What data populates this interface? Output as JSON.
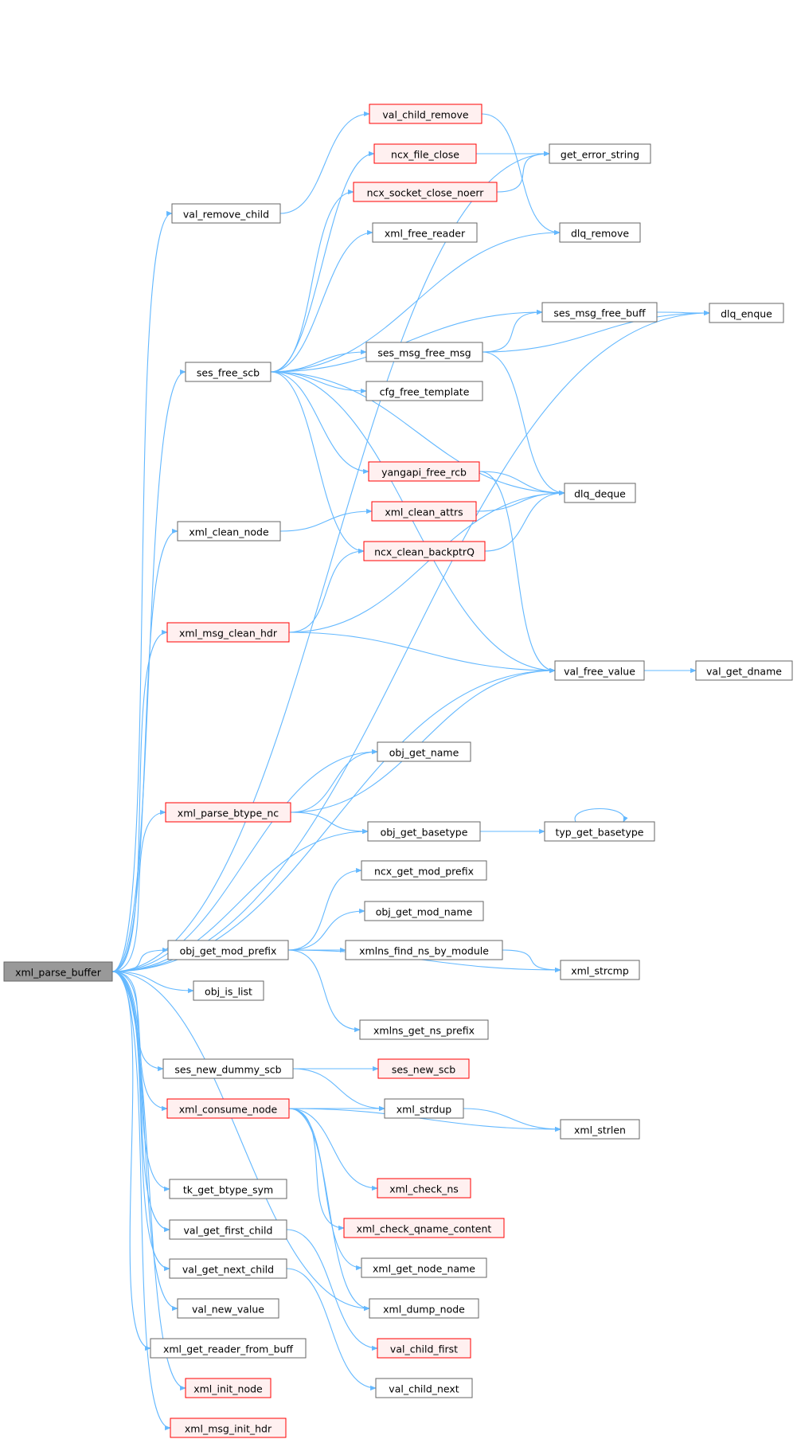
{
  "graph": {
    "root": "xml_parse_buffer",
    "colors": {
      "root_fill": "#999999",
      "root_border": "#666666",
      "node_fill": "#ffffff",
      "plain_border": "#666666",
      "red_border": "#ff0000",
      "red_fill": "#fff0f0",
      "edge": "#63b8ff"
    },
    "nodes": [
      {
        "id": "xml_parse_buffer",
        "label": "xml_parse_buffer",
        "style": "root"
      },
      {
        "id": "val_child_remove",
        "label": "val_child_remove",
        "style": "red"
      },
      {
        "id": "ncx_file_close",
        "label": "ncx_file_close",
        "style": "red"
      },
      {
        "id": "get_error_string",
        "label": "get_error_string",
        "style": "plain"
      },
      {
        "id": "ncx_socket_close_noerr",
        "label": "ncx_socket_close_noerr",
        "style": "red"
      },
      {
        "id": "val_remove_child",
        "label": "val_remove_child",
        "style": "plain"
      },
      {
        "id": "xml_free_reader",
        "label": "xml_free_reader",
        "style": "plain"
      },
      {
        "id": "dlq_remove",
        "label": "dlq_remove",
        "style": "plain"
      },
      {
        "id": "ses_msg_free_buff",
        "label": "ses_msg_free_buff",
        "style": "plain"
      },
      {
        "id": "dlq_enque",
        "label": "dlq_enque",
        "style": "plain"
      },
      {
        "id": "ses_msg_free_msg",
        "label": "ses_msg_free_msg",
        "style": "plain"
      },
      {
        "id": "ses_free_scb",
        "label": "ses_free_scb",
        "style": "plain"
      },
      {
        "id": "cfg_free_template",
        "label": "cfg_free_template",
        "style": "plain"
      },
      {
        "id": "yangapi_free_rcb",
        "label": "yangapi_free_rcb",
        "style": "red"
      },
      {
        "id": "dlq_deque",
        "label": "dlq_deque",
        "style": "plain"
      },
      {
        "id": "xml_clean_attrs",
        "label": "xml_clean_attrs",
        "style": "red"
      },
      {
        "id": "xml_clean_node",
        "label": "xml_clean_node",
        "style": "plain"
      },
      {
        "id": "ncx_clean_backptrQ",
        "label": "ncx_clean_backptrQ",
        "style": "red"
      },
      {
        "id": "xml_msg_clean_hdr",
        "label": "xml_msg_clean_hdr",
        "style": "red"
      },
      {
        "id": "val_free_value",
        "label": "val_free_value",
        "style": "plain"
      },
      {
        "id": "val_get_dname",
        "label": "val_get_dname",
        "style": "plain"
      },
      {
        "id": "obj_get_name",
        "label": "obj_get_name",
        "style": "plain"
      },
      {
        "id": "xml_parse_btype_nc",
        "label": "xml_parse_btype_nc",
        "style": "red"
      },
      {
        "id": "obj_get_basetype",
        "label": "obj_get_basetype",
        "style": "plain"
      },
      {
        "id": "typ_get_basetype",
        "label": "typ_get_basetype",
        "style": "plain"
      },
      {
        "id": "ncx_get_mod_prefix",
        "label": "ncx_get_mod_prefix",
        "style": "plain"
      },
      {
        "id": "obj_get_mod_name",
        "label": "obj_get_mod_name",
        "style": "plain"
      },
      {
        "id": "obj_get_mod_prefix",
        "label": "obj_get_mod_prefix",
        "style": "plain"
      },
      {
        "id": "xmlns_find_ns_by_module",
        "label": "xmlns_find_ns_by_module",
        "style": "plain"
      },
      {
        "id": "xml_strcmp",
        "label": "xml_strcmp",
        "style": "plain"
      },
      {
        "id": "obj_is_list",
        "label": "obj_is_list",
        "style": "plain"
      },
      {
        "id": "xmlns_get_ns_prefix",
        "label": "xmlns_get_ns_prefix",
        "style": "plain"
      },
      {
        "id": "ses_new_dummy_scb",
        "label": "ses_new_dummy_scb",
        "style": "plain"
      },
      {
        "id": "ses_new_scb",
        "label": "ses_new_scb",
        "style": "red"
      },
      {
        "id": "xml_consume_node",
        "label": "xml_consume_node",
        "style": "red"
      },
      {
        "id": "xml_strdup",
        "label": "xml_strdup",
        "style": "plain"
      },
      {
        "id": "xml_strlen",
        "label": "xml_strlen",
        "style": "plain"
      },
      {
        "id": "xml_check_ns",
        "label": "xml_check_ns",
        "style": "red"
      },
      {
        "id": "tk_get_btype_sym",
        "label": "tk_get_btype_sym",
        "style": "plain"
      },
      {
        "id": "xml_check_qname_content",
        "label": "xml_check_qname_content",
        "style": "red"
      },
      {
        "id": "val_get_first_child",
        "label": "val_get_first_child",
        "style": "plain"
      },
      {
        "id": "xml_get_node_name",
        "label": "xml_get_node_name",
        "style": "plain"
      },
      {
        "id": "val_get_next_child",
        "label": "val_get_next_child",
        "style": "plain"
      },
      {
        "id": "val_new_value",
        "label": "val_new_value",
        "style": "plain"
      },
      {
        "id": "xml_dump_node",
        "label": "xml_dump_node",
        "style": "plain"
      },
      {
        "id": "xml_get_reader_from_buff",
        "label": "xml_get_reader_from_buff",
        "style": "plain"
      },
      {
        "id": "val_child_first",
        "label": "val_child_first",
        "style": "red"
      },
      {
        "id": "xml_init_node",
        "label": "xml_init_node",
        "style": "red"
      },
      {
        "id": "val_child_next",
        "label": "val_child_next",
        "style": "plain"
      },
      {
        "id": "xml_msg_init_hdr",
        "label": "xml_msg_init_hdr",
        "style": "red"
      }
    ],
    "edges": [
      [
        "xml_parse_buffer",
        "get_error_string"
      ],
      [
        "xml_parse_buffer",
        "dlq_enque"
      ],
      [
        "xml_parse_buffer",
        "val_remove_child"
      ],
      [
        "xml_parse_buffer",
        "ses_free_scb"
      ],
      [
        "xml_parse_buffer",
        "xml_clean_node"
      ],
      [
        "xml_parse_buffer",
        "xml_msg_clean_hdr"
      ],
      [
        "xml_parse_buffer",
        "val_free_value"
      ],
      [
        "xml_parse_buffer",
        "obj_get_name"
      ],
      [
        "xml_parse_buffer",
        "xml_parse_btype_nc"
      ],
      [
        "xml_parse_buffer",
        "obj_get_basetype"
      ],
      [
        "xml_parse_buffer",
        "obj_get_mod_prefix"
      ],
      [
        "xml_parse_buffer",
        "obj_is_list"
      ],
      [
        "xml_parse_buffer",
        "ses_new_dummy_scb"
      ],
      [
        "xml_parse_buffer",
        "xml_consume_node"
      ],
      [
        "xml_parse_buffer",
        "xml_dump_node"
      ],
      [
        "xml_parse_buffer",
        "tk_get_btype_sym"
      ],
      [
        "xml_parse_buffer",
        "val_get_first_child"
      ],
      [
        "xml_parse_buffer",
        "val_get_next_child"
      ],
      [
        "xml_parse_buffer",
        "val_new_value"
      ],
      [
        "xml_parse_buffer",
        "xml_get_reader_from_buff"
      ],
      [
        "xml_parse_buffer",
        "xml_init_node"
      ],
      [
        "xml_parse_buffer",
        "xml_msg_init_hdr"
      ],
      [
        "val_remove_child",
        "val_child_remove"
      ],
      [
        "val_child_remove",
        "dlq_remove"
      ],
      [
        "ncx_file_close",
        "get_error_string"
      ],
      [
        "ncx_socket_close_noerr",
        "get_error_string"
      ],
      [
        "ses_free_scb",
        "ncx_file_close"
      ],
      [
        "ses_free_scb",
        "ncx_socket_close_noerr"
      ],
      [
        "ses_free_scb",
        "xml_free_reader"
      ],
      [
        "ses_free_scb",
        "dlq_remove"
      ],
      [
        "ses_free_scb",
        "ses_msg_free_buff"
      ],
      [
        "ses_free_scb",
        "ses_msg_free_msg"
      ],
      [
        "ses_free_scb",
        "cfg_free_template"
      ],
      [
        "ses_free_scb",
        "yangapi_free_rcb"
      ],
      [
        "ses_free_scb",
        "dlq_deque"
      ],
      [
        "ses_free_scb",
        "ncx_clean_backptrQ"
      ],
      [
        "ses_free_scb",
        "val_free_value"
      ],
      [
        "ses_msg_free_buff",
        "dlq_enque"
      ],
      [
        "ses_msg_free_msg",
        "ses_msg_free_buff"
      ],
      [
        "ses_msg_free_msg",
        "dlq_enque"
      ],
      [
        "ses_msg_free_msg",
        "dlq_deque"
      ],
      [
        "yangapi_free_rcb",
        "dlq_deque"
      ],
      [
        "yangapi_free_rcb",
        "val_free_value"
      ],
      [
        "xml_clean_attrs",
        "dlq_deque"
      ],
      [
        "xml_clean_node",
        "xml_clean_attrs"
      ],
      [
        "ncx_clean_backptrQ",
        "dlq_deque"
      ],
      [
        "xml_msg_clean_hdr",
        "ncx_clean_backptrQ"
      ],
      [
        "xml_msg_clean_hdr",
        "dlq_deque"
      ],
      [
        "xml_msg_clean_hdr",
        "val_free_value"
      ],
      [
        "val_free_value",
        "val_get_dname"
      ],
      [
        "xml_parse_btype_nc",
        "obj_get_name"
      ],
      [
        "xml_parse_btype_nc",
        "val_free_value"
      ],
      [
        "xml_parse_btype_nc",
        "obj_get_basetype"
      ],
      [
        "obj_get_basetype",
        "typ_get_basetype"
      ],
      [
        "typ_get_basetype",
        "typ_get_basetype"
      ],
      [
        "obj_get_mod_prefix",
        "ncx_get_mod_prefix"
      ],
      [
        "obj_get_mod_prefix",
        "obj_get_mod_name"
      ],
      [
        "obj_get_mod_prefix",
        "xmlns_find_ns_by_module"
      ],
      [
        "obj_get_mod_prefix",
        "xml_strcmp"
      ],
      [
        "obj_get_mod_prefix",
        "xmlns_get_ns_prefix"
      ],
      [
        "xmlns_find_ns_by_module",
        "xml_strcmp"
      ],
      [
        "ses_new_dummy_scb",
        "ses_new_scb"
      ],
      [
        "ses_new_dummy_scb",
        "xml_strdup"
      ],
      [
        "xml_consume_node",
        "xml_strdup"
      ],
      [
        "xml_consume_node",
        "xml_strlen"
      ],
      [
        "xml_consume_node",
        "xml_check_ns"
      ],
      [
        "xml_consume_node",
        "xml_check_qname_content"
      ],
      [
        "xml_consume_node",
        "xml_get_node_name"
      ],
      [
        "xml_consume_node",
        "xml_dump_node"
      ],
      [
        "xml_strdup",
        "xml_strlen"
      ],
      [
        "val_get_first_child",
        "val_child_first"
      ],
      [
        "val_get_next_child",
        "val_child_next"
      ]
    ]
  }
}
